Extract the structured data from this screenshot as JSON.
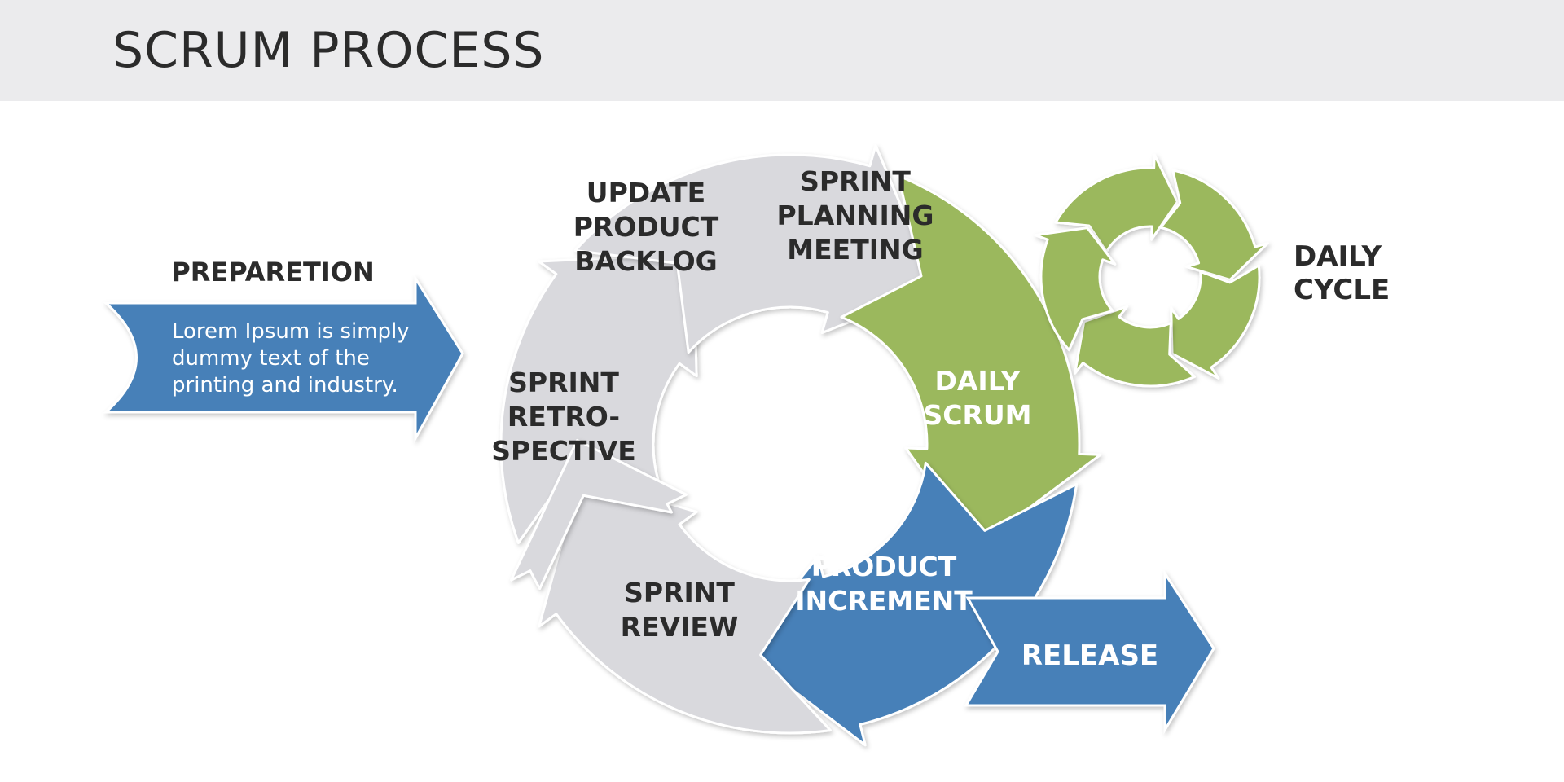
{
  "page": {
    "title": "SCRUM PROCESS"
  },
  "preparation": {
    "heading": "PREPARETION",
    "body_lines": [
      "Lorem Ipsum is simply",
      "dummy text of the",
      "printing and industry."
    ]
  },
  "cycle": {
    "segments": [
      {
        "lines": [
          "UPDATE",
          "PRODUCT",
          "BACKLOG"
        ],
        "color": "#d9d9dd",
        "text_color": "#2b2b2b"
      },
      {
        "lines": [
          "SPRINT",
          "PLANNING",
          "MEETING"
        ],
        "color": "#d9d9dd",
        "text_color": "#2b2b2b"
      },
      {
        "lines": [
          "DAILY",
          "SCRUM"
        ],
        "color": "#9bb85d",
        "text_color": "#ffffff"
      },
      {
        "lines": [
          "PRODUCT",
          "INCREMENT"
        ],
        "color": "#4680b8",
        "text_color": "#ffffff"
      },
      {
        "lines": [
          "SPRINT",
          "REVIEW"
        ],
        "color": "#d9d9dd",
        "text_color": "#2b2b2b"
      },
      {
        "lines": [
          "SPRINT",
          "RETRO-",
          "SPECTIVE"
        ],
        "color": "#d9d9dd",
        "text_color": "#2b2b2b"
      }
    ]
  },
  "release": {
    "label": "RELEASE",
    "color": "#4680b8"
  },
  "daily_cycle": {
    "label_lines": [
      "DAILY",
      "CYCLE"
    ],
    "color": "#9bb85d",
    "arrow_count": 5
  },
  "colors": {
    "blue": "#4680b8",
    "green": "#9bb85d",
    "gray": "#d9d9dd",
    "header_bg": "#ebebed",
    "text_dark": "#2b2b2b"
  }
}
